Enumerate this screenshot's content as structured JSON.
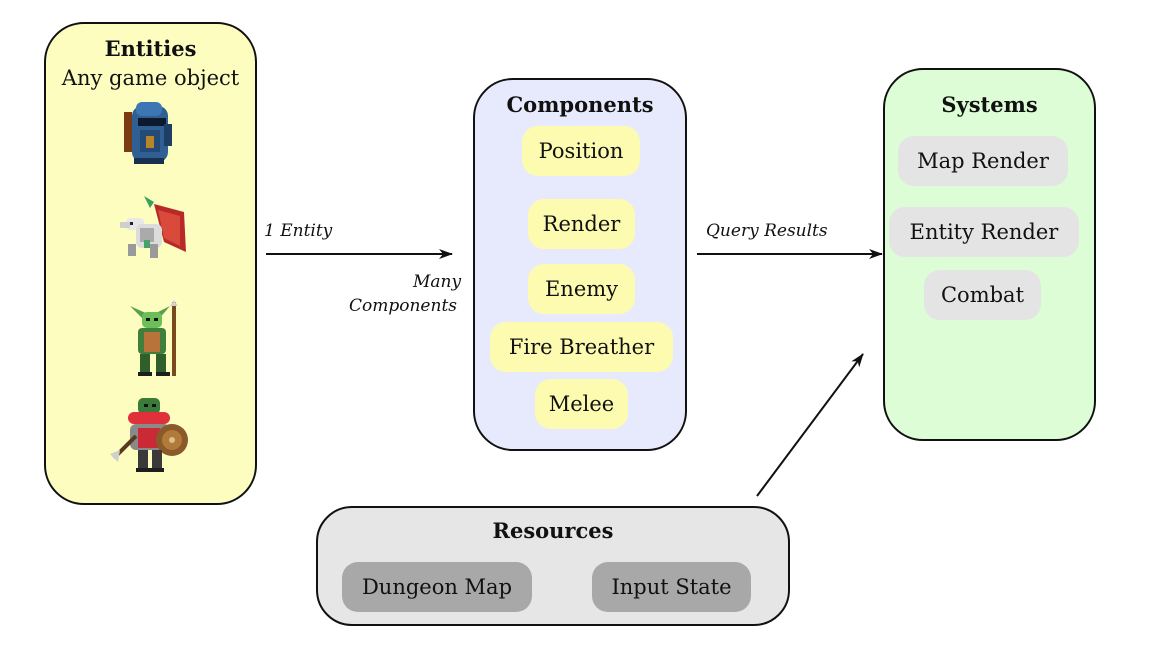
{
  "entities": {
    "title": "Entities",
    "subtitle": "Any game object",
    "sprites": [
      "knight-helmet-sprite",
      "winged-dragon-sprite",
      "goblin-spearman-sprite",
      "orc-shield-sprite"
    ],
    "fill": "#fdfdc0"
  },
  "components": {
    "title": "Components",
    "items": [
      "Position",
      "Render",
      "Enemy",
      "Fire Breather",
      "Melee"
    ],
    "fill": "#e7eafc",
    "item_fill": "#fdfbb0"
  },
  "systems": {
    "title": "Systems",
    "items": [
      "Map Render",
      "Entity Render",
      "Combat"
    ],
    "fill": "#dcfdd5",
    "item_fill": "#e4e4e4"
  },
  "resources": {
    "title": "Resources",
    "items": [
      "Dungeon Map",
      "Input State"
    ],
    "fill": "#e6e6e6",
    "item_fill": "#a8a8a8"
  },
  "edges": {
    "entities_to_components_top": "1 Entity",
    "entities_to_components_bottom_line1": "Many",
    "entities_to_components_bottom_line2": "Components",
    "components_to_systems": "Query Results"
  }
}
